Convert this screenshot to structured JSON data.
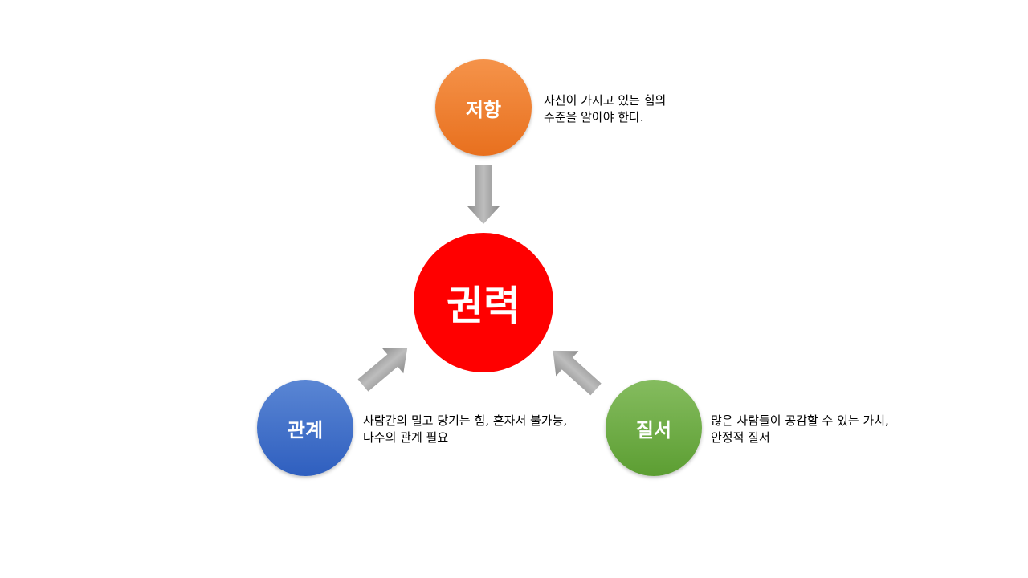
{
  "center": {
    "label": "권력",
    "color": "#ff0000"
  },
  "nodes": {
    "top": {
      "label": "저항",
      "color": "#ed7d31",
      "description": [
        "자신이 가지고 있는 힘의",
        "수준을 알아야 한다."
      ]
    },
    "left": {
      "label": "관계",
      "color": "#4472c4",
      "description": [
        "사람간의 밀고 당기는 힘, 혼자서 불가능,",
        "다수의 관계 필요"
      ]
    },
    "right": {
      "label": "질서",
      "color": "#70ad47",
      "description": [
        "많은 사람들이 공감할 수 있는 가치,",
        "안정적 질서"
      ]
    }
  },
  "arrow_color": "#a6a6a6"
}
